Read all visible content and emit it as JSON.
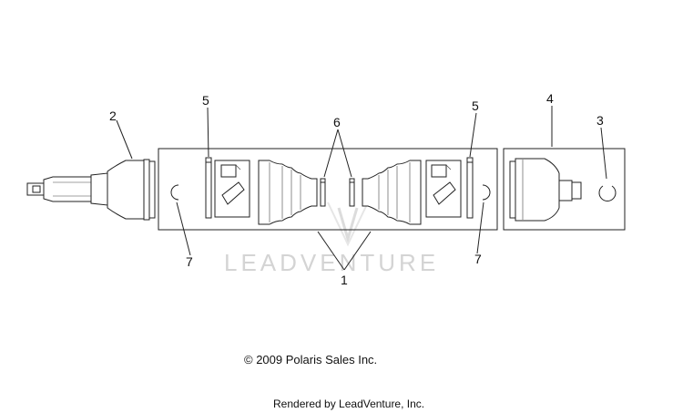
{
  "callouts": [
    {
      "label": "1"
    },
    {
      "label": "2"
    },
    {
      "label": "3"
    },
    {
      "label": "4"
    },
    {
      "label": "5"
    },
    {
      "label": "5"
    },
    {
      "label": "6"
    },
    {
      "label": "7"
    },
    {
      "label": "7"
    }
  ],
  "copyright": "© 2009 Polaris Sales Inc.",
  "rendered_by": "Rendered by LeadVenture, Inc.",
  "watermark": "LEADVENTURE",
  "colors": {
    "line": "#222222",
    "watermark": "#d4d4d4"
  }
}
